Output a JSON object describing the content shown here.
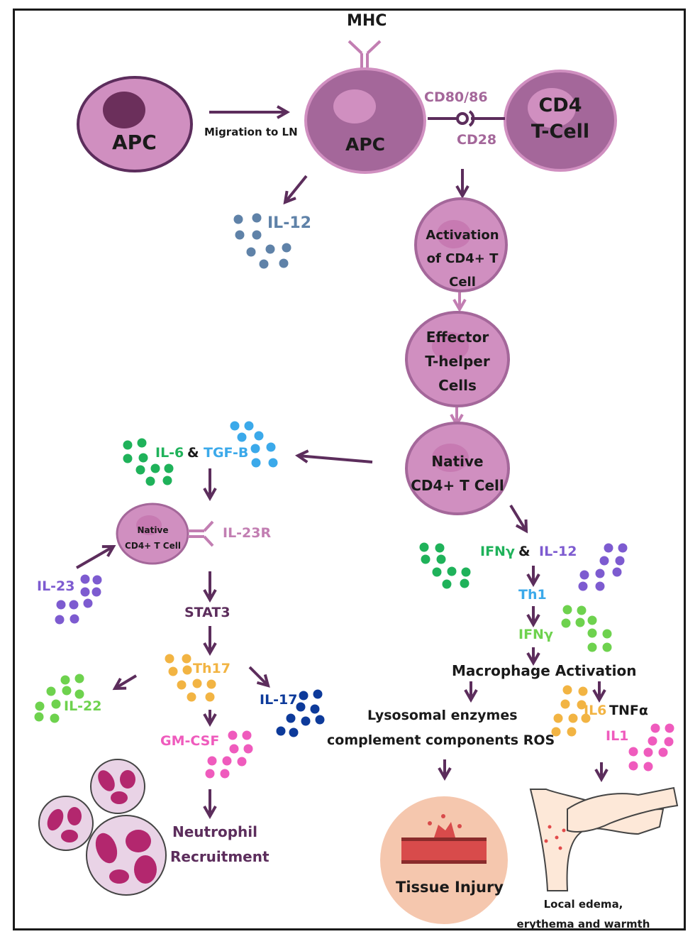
{
  "labels": {
    "mhc": "MHC",
    "apc_left": "APC",
    "migration": "Migration to LN",
    "apc_center": "APC",
    "cd80_86": "CD80/86",
    "cd28": "CD28",
    "cd4_tcell_1": "CD4",
    "cd4_tcell_2": "T-Cell",
    "il12_top": "IL-12",
    "activation": [
      "Activation",
      "of CD4+ T",
      "Cell"
    ],
    "effector": [
      "Effector",
      "T-helper",
      "Cells"
    ],
    "native_center": [
      "Native",
      "CD4+ T Cell"
    ],
    "il6": "IL-6",
    "amp_left": "&",
    "tgfb": "TGF-B",
    "native_small": [
      "Native",
      "CD4+ T Cell"
    ],
    "il23r": "IL-23R",
    "il23": "IL-23",
    "stat3": "STAT3",
    "th17": "Th17",
    "il22": "IL-22",
    "il17": "IL-17",
    "gmcsf": "GM-CSF",
    "neutrophil": [
      "Neutrophil",
      "Recruitment"
    ],
    "ifng_left": "IFNγ",
    "amp_right": "&",
    "il12_right": "IL-12",
    "th1": "Th1",
    "ifng_mid": "IFNγ",
    "macrophage": "Macrophage Activation",
    "lysosomal": "Lysosomal enzymes",
    "complement": "complement components ROS",
    "il6_right": "IL6",
    "tnfa": "TNFα",
    "il1": "IL1",
    "tissue": "Tissue Injury",
    "edema": [
      "Local edema,",
      "erythema and warmth"
    ]
  },
  "colors": {
    "arrow": "#5c2d5c",
    "cell_light": "#d08fc0",
    "cell_dark": "#a4679a",
    "nucleus": "#6b2f5b",
    "il12_blue": "#5f82a8",
    "green": "#1fb25a",
    "light_blue": "#3ba9ea",
    "purple": "#7d5bd0",
    "pink_label": "#c27eb2",
    "th1_blue": "#3ba9ea",
    "lime": "#6ed24e",
    "orange": "#f2b443",
    "navy": "#0d3a9a",
    "magenta": "#ef5bbd",
    "tissue_bg": "#f5c7ae"
  }
}
